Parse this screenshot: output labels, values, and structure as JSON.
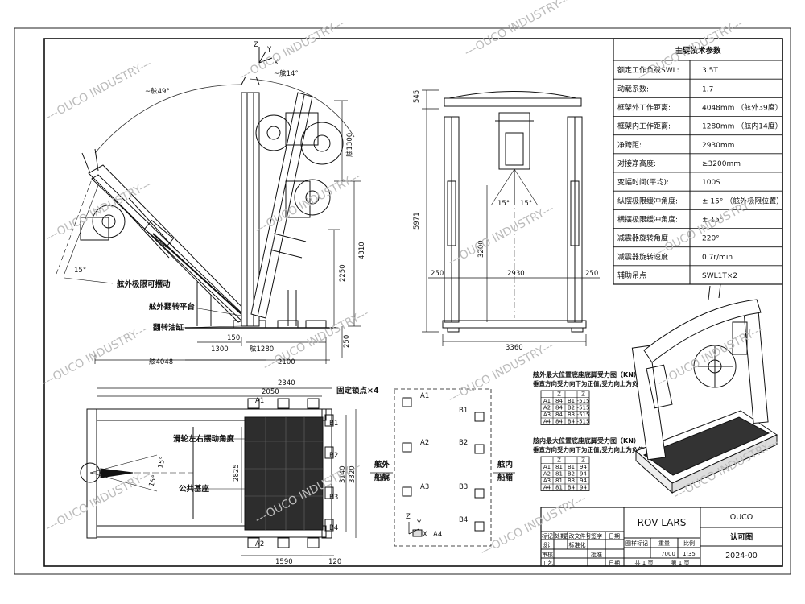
{
  "watermark": "---OUCO INDUSTRY---",
  "params_table": {
    "title": "主要技术参数",
    "rows": [
      {
        "label": "额定工作负载SWL:",
        "value": "3.5T"
      },
      {
        "label": "动载系数:",
        "value": "1.7"
      },
      {
        "label": "框架外工作距离:",
        "value": "4048mm （舷外39度）"
      },
      {
        "label": "框架内工作距离:",
        "value": "1280mm （舷内14度）"
      },
      {
        "label": "净跨距:",
        "value": "2930mm"
      },
      {
        "label": "对接净高度:",
        "value": "≥3200mm"
      },
      {
        "label": "变幅时间(平均):",
        "value": "100S"
      },
      {
        "label": "纵摆极限缓冲角度:",
        "value": "± 15° （舷外极限位置）"
      },
      {
        "label": "横摆极限缓冲角度:",
        "value": "± 15°"
      },
      {
        "label": "减震器旋转角度",
        "value": "220°"
      },
      {
        "label": "减震器旋转速度",
        "value": "0.7r/min"
      },
      {
        "label": "辅助吊点",
        "value": "SWL1T×2"
      }
    ]
  },
  "side_view": {
    "axis_z": "Z",
    "axis_y": "Y",
    "axis_x": "X",
    "angle_outboard": "~舷49°",
    "angle_inboard": "~舷14°",
    "angle_15": "15°",
    "dim_1300_v": "舷1300",
    "dim_4310": "4310",
    "dim_2250": "2250",
    "dim_250": "250",
    "dim_150": "150",
    "dim_1300": "1300",
    "dim_1280": "舷1280",
    "dim_2100": "2100",
    "dim_4048": "舷4048",
    "label_limit": "舷外极限可摆动",
    "label_platform": "舷外翻转平台",
    "label_cylinder": "翻转油缸"
  },
  "front_view": {
    "dim_545": "545",
    "dim_5971": "5971",
    "dim_3200": "3200",
    "dim_250_l": "250",
    "dim_2930": "2930",
    "dim_250_r": "250",
    "dim_3360": "3360",
    "angle_l": "15°",
    "angle_r": "15°"
  },
  "top_view": {
    "dim_2340": "2340",
    "dim_2050": "2050",
    "fixed_points": "固定锁点×4",
    "label_A1": "A1",
    "label_A2": "A2",
    "label_B1": "B1",
    "label_B2": "B2",
    "label_B3": "B3",
    "label_B4": "B4",
    "label_swing": "滑轮左右摆动角度",
    "label_base": "公共基座",
    "dim_2825": "2825",
    "dim_3140": "3140",
    "dim_3320": "3320",
    "dim_1590": "1590",
    "dim_120": "120",
    "angle_15a": "15°",
    "angle_15b": "15°"
  },
  "foundation_view": {
    "outboard": "舷外",
    "outboard2": "船艉",
    "inboard": "舷内",
    "inboard2": "船艏",
    "points_a": [
      "A1",
      "A2",
      "A3",
      "A4"
    ],
    "points_b": [
      "B1",
      "B2",
      "B3",
      "B4"
    ],
    "axis_z": "Z",
    "axis_y": "Y",
    "axis_x": "X"
  },
  "load_tables": [
    {
      "title": "舷外最大位置底座底脚受力图（KN）",
      "note": "垂直方向受力向下为正值,受力向上为负值",
      "header": [
        "",
        "Z",
        "",
        "Z"
      ],
      "rows": [
        [
          "A1",
          "84",
          "B1",
          "-515"
        ],
        [
          "A2",
          "84",
          "B2",
          "-515"
        ],
        [
          "A3",
          "84",
          "B3",
          "-515"
        ],
        [
          "A4",
          "84",
          "B4",
          "-515"
        ]
      ]
    },
    {
      "title": "舷内最大位置底座底脚受力图（KN）",
      "note": "垂直方向受力向下为正值,受力向上为负值",
      "header": [
        "",
        "Z",
        "",
        "Z"
      ],
      "rows": [
        [
          "A1",
          "81",
          "B1",
          "94"
        ],
        [
          "A2",
          "81",
          "B2",
          "94"
        ],
        [
          "A3",
          "81",
          "B3",
          "94"
        ],
        [
          "A4",
          "81",
          "B4",
          "94"
        ]
      ]
    }
  ],
  "title_block": {
    "project": "ROV LARS",
    "company": "OUCO",
    "drawing_name": "认可图",
    "drawing_no": "2024-00",
    "weight": "7000",
    "scale": "1:35",
    "col_labels": [
      "标记",
      "处数",
      "更改文件号",
      "签字",
      "日期"
    ],
    "row_labels": [
      "设计",
      "审核",
      "工艺"
    ],
    "fill_labels": [
      "标准化",
      "批准"
    ],
    "stage": "图样标记",
    "weight_label": "重量",
    "scale_label": "比例",
    "sheet_total": "共 1 页",
    "sheet_no": "第 1 页",
    "date_label": "日期"
  }
}
